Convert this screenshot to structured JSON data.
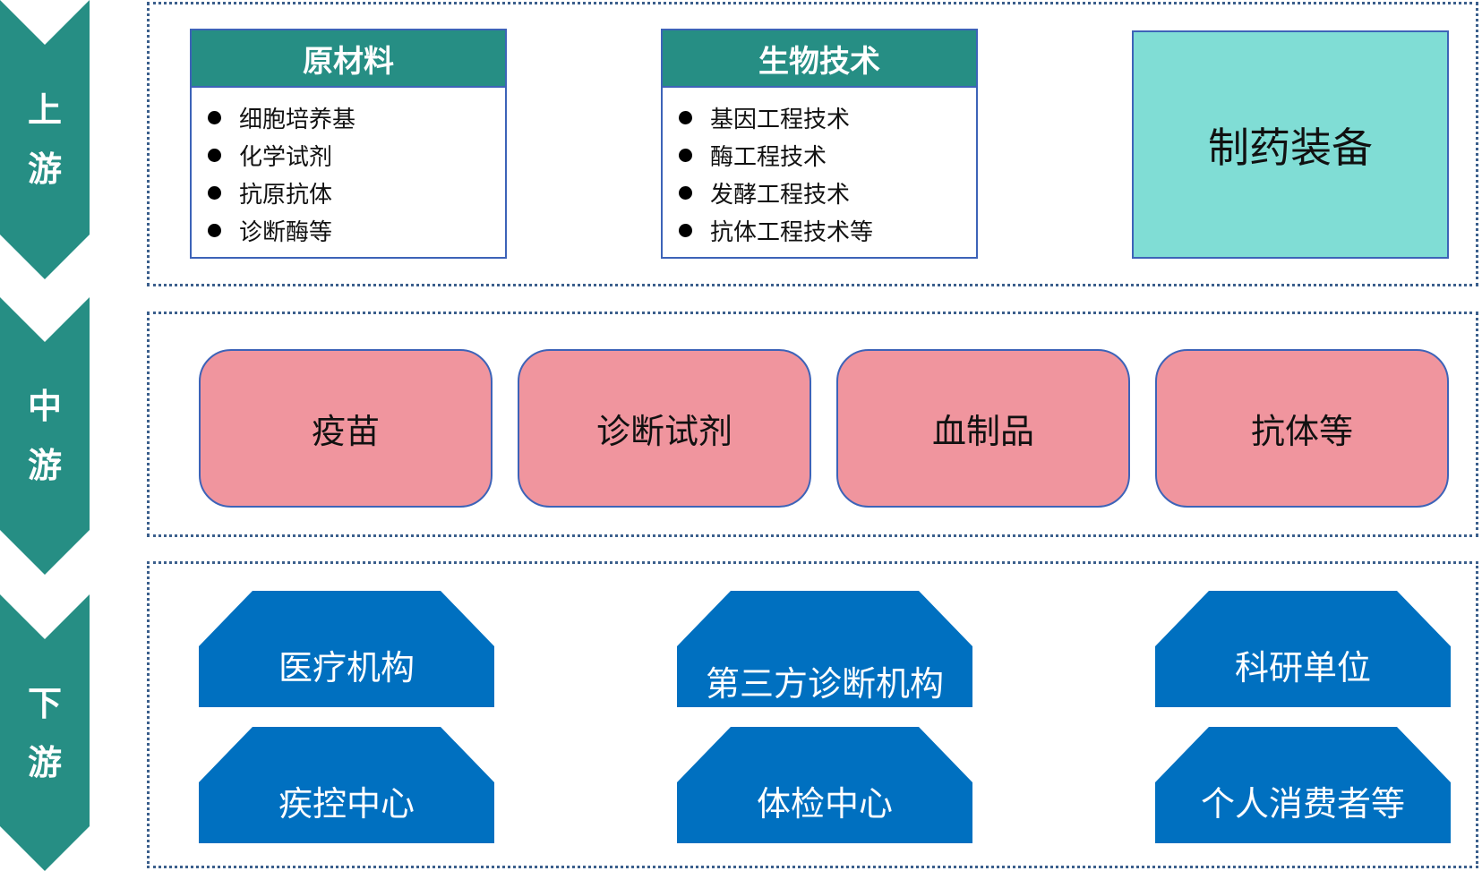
{
  "stages": {
    "upstream": [
      "上",
      "游"
    ],
    "midstream": [
      "中",
      "游"
    ],
    "downstream": [
      "下",
      "游"
    ]
  },
  "upstream": {
    "raw_materials": {
      "title": "原材料",
      "items": [
        "细胞培养基",
        "化学试剂",
        "抗原抗体",
        "诊断酶等"
      ]
    },
    "biotech": {
      "title": "生物技术",
      "items": [
        "基因工程技术",
        "酶工程技术",
        "发酵工程技术",
        "抗体工程技术等"
      ]
    },
    "equipment": "制药装备"
  },
  "midstream": {
    "products": [
      "疫苗",
      "诊断试剂",
      "血制品",
      "抗体等"
    ]
  },
  "downstream": {
    "row1": [
      "医疗机构",
      "第三方诊断机构",
      "科研单位"
    ],
    "row2": [
      "疾控中心",
      "体检中心",
      "个人消费者等"
    ]
  },
  "colors": {
    "teal": "#268e84",
    "light_teal": "#80ddd5",
    "pink": "#f0959e",
    "blue": "#0070c0",
    "border": "#3d63b8"
  }
}
